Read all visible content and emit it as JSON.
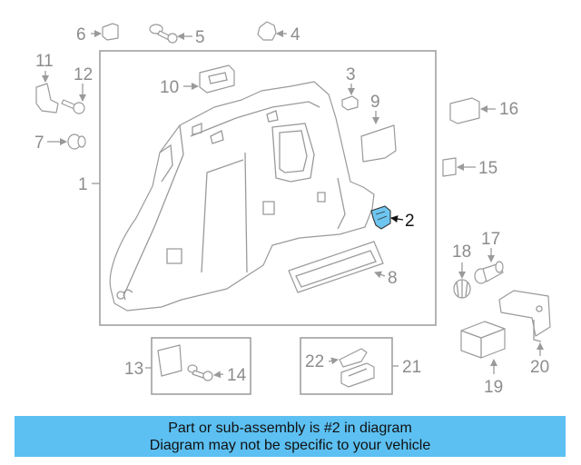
{
  "diagram": {
    "highlight_color": "#6ec6f0",
    "line_color": "#9a9a9a",
    "label_color": "#8c8c8c",
    "highlighted_part": "2",
    "callouts": {
      "p1": "1",
      "p2": "2",
      "p3": "3",
      "p4": "4",
      "p5": "5",
      "p6": "6",
      "p7": "7",
      "p8": "8",
      "p9": "9",
      "p10": "10",
      "p11": "11",
      "p12": "12",
      "p13": "13",
      "p14": "14",
      "p15": "15",
      "p16": "16",
      "p17": "17",
      "p18": "18",
      "p19": "19",
      "p20": "20",
      "p21": "21",
      "p22": "22"
    }
  },
  "banner": {
    "background": "#5cc0f2",
    "line1": "Part or sub-assembly is #2 in diagram",
    "line2": "Diagram may not be specific to your vehicle"
  }
}
